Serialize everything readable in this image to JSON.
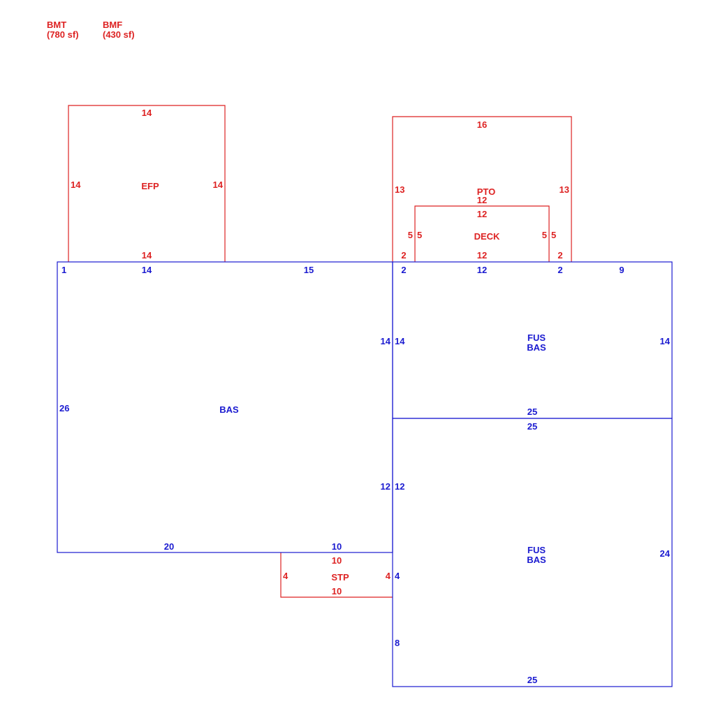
{
  "colors": {
    "red": "#dd2222",
    "blue": "#1a1ad0"
  },
  "legend": {
    "bmt_code": "BMT",
    "bmt_area": "(780 sf)",
    "bmf_code": "BMF",
    "bmf_area": "(430 sf)"
  },
  "areas": {
    "efp": "EFP",
    "pto": "PTO",
    "deck": "DECK",
    "bas_main": "BAS",
    "fus_upper": "FUS",
    "bas_upper": "BAS",
    "fus_lower": "FUS",
    "bas_lower": "BAS",
    "stp": "STP"
  },
  "dims": {
    "efp_top": "14",
    "efp_left": "14",
    "efp_right": "14",
    "efp_bottom": "14",
    "pto_top": "16",
    "pto_left": "13",
    "pto_right": "13",
    "pto_deck_top": "12",
    "pto_bottom_left": "2",
    "pto_bottom_right": "2",
    "deck_top": "12",
    "deck_left_outer": "5",
    "deck_left_inner": "5",
    "deck_right_inner": "5",
    "deck_right_outer": "5",
    "deck_bottom": "12",
    "bas_top_left": "1",
    "bas_top_efp": "14",
    "bas_top_mid": "15",
    "bas_top_2a": "2",
    "bas_top_12": "12",
    "bas_top_2b": "2",
    "bas_top_9": "9",
    "bas_left": "26",
    "bas_right_upper": "14",
    "bas_right_lower": "12",
    "bas_bottom_20": "20",
    "bas_bottom_10": "10",
    "fus1_left": "14",
    "fus1_right": "14",
    "fus1_bottom": "25",
    "fus2_top": "25",
    "fus2_left_upper": "12",
    "fus2_left_4": "4",
    "fus2_left_8": "8",
    "fus2_right": "24",
    "fus2_bottom": "25",
    "stp_top": "10",
    "stp_left": "4",
    "stp_right": "4",
    "stp_bottom": "10"
  }
}
